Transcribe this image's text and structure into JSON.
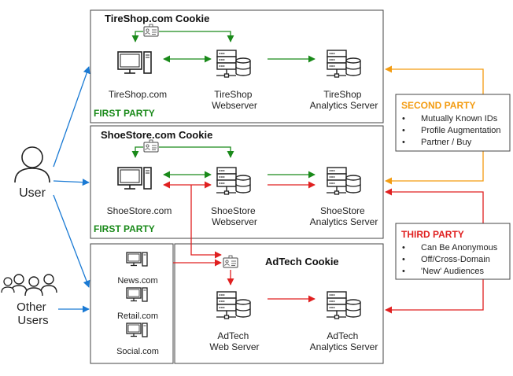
{
  "boxes": {
    "tireshop": {
      "title": "TireShop.com Cookie",
      "party": "FIRST PARTY"
    },
    "shoestore": {
      "title": "ShoeStore.com Cookie",
      "party": "FIRST PARTY"
    },
    "adtech": {
      "title": "AdTech Cookie"
    }
  },
  "nodes": {
    "tireshop_site": "TireShop.com",
    "tireshop_web": [
      "TireShop",
      "Webserver"
    ],
    "tireshop_analytics": [
      "TireShop",
      "Analytics Server"
    ],
    "shoestore_site": "ShoeStore.com",
    "shoestore_web": [
      "ShoeStore",
      "Webserver"
    ],
    "shoestore_analytics": [
      "ShoeStore",
      "Analytics Server"
    ],
    "adtech_web": [
      "AdTech",
      "Web Server"
    ],
    "adtech_analytics": [
      "AdTech",
      "Analytics Server"
    ]
  },
  "other_sites": [
    "News.com",
    "Retail.com",
    "Social.com"
  ],
  "user": "User",
  "other_users": [
    "Other",
    "Users"
  ],
  "second_party": {
    "title": "SECOND PARTY",
    "items": [
      "Mutually Known IDs",
      "Profile Augmentation",
      "Partner / Buy"
    ]
  },
  "third_party": {
    "title": "THIRD PARTY",
    "items": [
      "Can Be Anonymous",
      "Off/Cross-Domain",
      "'New' Audiences"
    ]
  },
  "colors": {
    "first_party": "#1a8a1a",
    "second_party": "#f39c12",
    "third_party": "#e02020",
    "user_link": "#1a7ad4",
    "box_border": "#444444",
    "icon": "#222222"
  }
}
